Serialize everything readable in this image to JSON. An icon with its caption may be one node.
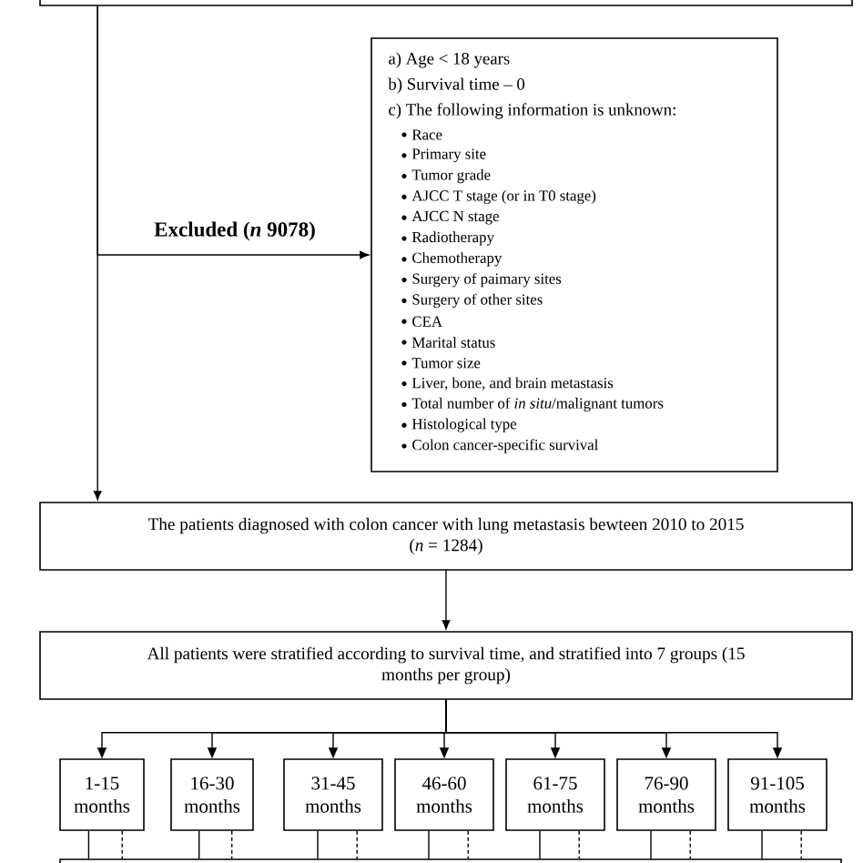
{
  "diagram": {
    "nodes": [
      {
        "text": [],
        "shape": "box"
      },
      {
        "text": [
          "a) Age < 18 years",
          "b) Survival time – 0",
          "c) The following information is unknown:",
          "Race",
          "Primary site",
          "Tumor grade",
          "AJCC T stage (or in T0 stage)",
          "AJCC N stage",
          "Radiotherapy",
          "Chemotherapy",
          "Surgery of paimary sites",
          "Surgery of other sites",
          "CEA",
          "Marital status",
          "Tumor size",
          "Liver, bone, and brain metastasis",
          "Total number of *in situ*/malignant tumors",
          "Histological type",
          "Colon cancer-specific survival"
        ]
      },
      {
        "text": [
          "The patients diagnosed with colon cancer with lung metastasis bewteen 2010 to 2015 (*n* = 1284)"
        ]
      },
      {
        "text": [
          "All patients were stratified according to survival time, and stratified into 7 groups (15 months per group)"
        ]
      },
      {
        "text": [
          "1-15 months"
        ]
      },
      {
        "text": [
          "16-30 months"
        ]
      },
      {
        "text": [
          "31-45 months"
        ]
      },
      {
        "text": [
          "46-60 months"
        ]
      },
      {
        "text": [
          "61-75 months"
        ]
      },
      {
        "text": [
          "76-90 months"
        ]
      },
      {
        "text": [
          "91-105 months"
        ]
      },
      {
        "text": [],
        "shape": "box"
      }
    ],
    "edges": [
      {
        "from": 0,
        "to": 1,
        "arrow": "to",
        "label": "Excluded (*n* 9078)"
      },
      {
        "from": 0,
        "to": 2,
        "arrow": "to"
      },
      {
        "from": 2,
        "to": 3,
        "arrow": "to"
      },
      {
        "from": 3,
        "to": 4,
        "arrow": "to"
      },
      {
        "from": 3,
        "to": 5,
        "arrow": "to"
      },
      {
        "from": 3,
        "to": 6,
        "arrow": "to"
      },
      {
        "from": 3,
        "to": 7,
        "arrow": "to"
      },
      {
        "from": 3,
        "to": 8,
        "arrow": "to"
      },
      {
        "from": 3,
        "to": 9,
        "arrow": "to"
      },
      {
        "from": 3,
        "to": 10,
        "arrow": "to"
      },
      {
        "from": 4,
        "to": 11,
        "arrow": "none"
      },
      {
        "from": 4,
        "to": 11,
        "arrow": "none",
        "style": "dashed"
      },
      {
        "from": 5,
        "to": 11,
        "arrow": "none"
      },
      {
        "from": 5,
        "to": 11,
        "arrow": "none",
        "style": "dashed"
      },
      {
        "from": 6,
        "to": 11,
        "arrow": "none"
      },
      {
        "from": 6,
        "to": 11,
        "arrow": "none",
        "style": "dashed"
      },
      {
        "from": 7,
        "to": 11,
        "arrow": "none"
      },
      {
        "from": 7,
        "to": 11,
        "arrow": "none",
        "style": "dashed"
      },
      {
        "from": 8,
        "to": 11,
        "arrow": "none"
      },
      {
        "from": 8,
        "to": 11,
        "arrow": "none",
        "style": "dashed"
      },
      {
        "from": 9,
        "to": 11,
        "arrow": "none"
      },
      {
        "from": 9,
        "to": 11,
        "arrow": "none",
        "style": "dashed"
      },
      {
        "from": 10,
        "to": 11,
        "arrow": "none"
      },
      {
        "from": 10,
        "to": 11,
        "arrow": "none",
        "style": "dashed"
      }
    ]
  }
}
